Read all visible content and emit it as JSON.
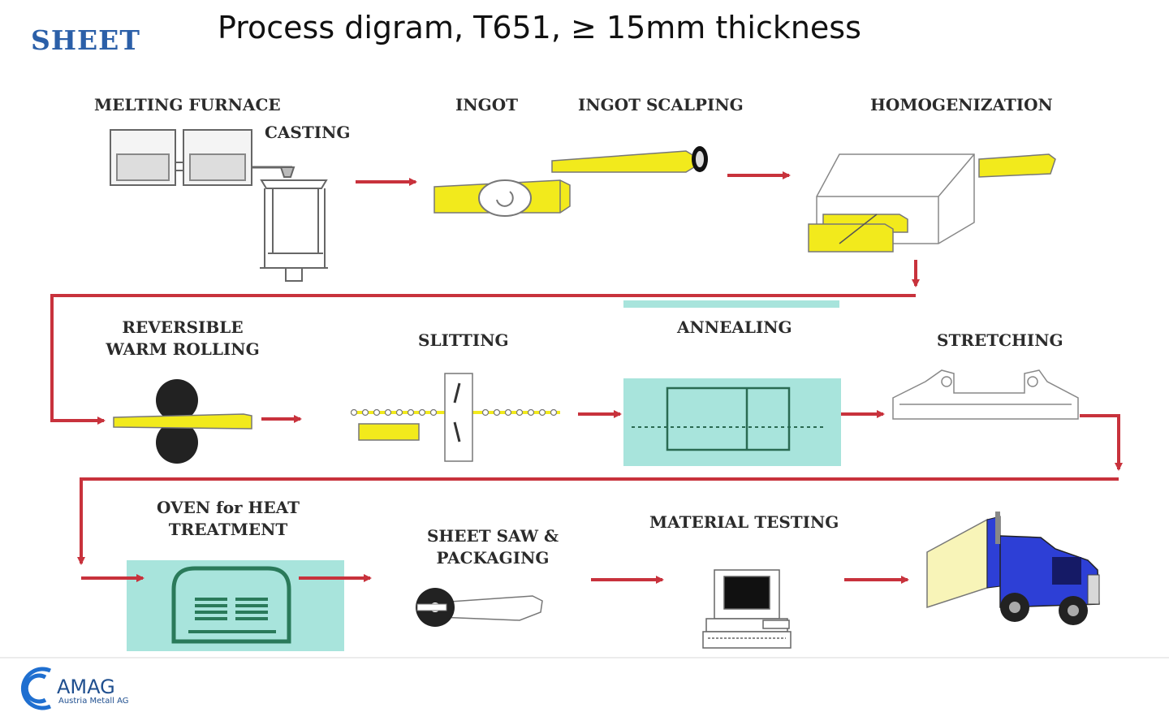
{
  "header": {
    "title": "Process digram, T651, ≥ 15mm thickness",
    "sheet_label": "SHEET"
  },
  "steps": {
    "melting_furnace": "MELTING FURNACE",
    "casting": "CASTING",
    "ingot": "INGOT",
    "ingot_scalping": "INGOT SCALPING",
    "homogenization": "HOMOGENIZATION",
    "reversible_line1": "REVERSIBLE",
    "reversible_line2": "WARM ROLLING",
    "slitting": "SLITTING",
    "annealing": "ANNEALING",
    "stretching": "STRETCHING",
    "oven_line1": "OVEN for HEAT",
    "oven_line2": "TREATMENT",
    "saw_line1": "SHEET SAW &",
    "saw_line2": "PACKAGING",
    "material_testing": "MATERIAL TESTING"
  },
  "footer": {
    "logo_name": "AMAG",
    "logo_sub": "Austria Metall AG"
  },
  "colors": {
    "arrow": "#c8323c",
    "ingot_yellow": "#f2ea1c",
    "teal_panel": "#a8e4dc",
    "oven_green": "#2a7a5a",
    "truck_blue": "#2d3fd6",
    "title_blue": "#2b5fa8"
  },
  "icons": [
    "melting-furnace-icon",
    "casting-mold-icon",
    "ingot-icon",
    "scalping-icon",
    "homogenization-furnace-icon",
    "rolling-mill-icon",
    "slitting-icon",
    "annealing-furnace-icon",
    "stretcher-icon",
    "heat-treatment-oven-icon",
    "sheet-saw-icon",
    "testing-computer-icon",
    "delivery-truck-icon",
    "amag-logo-icon"
  ]
}
